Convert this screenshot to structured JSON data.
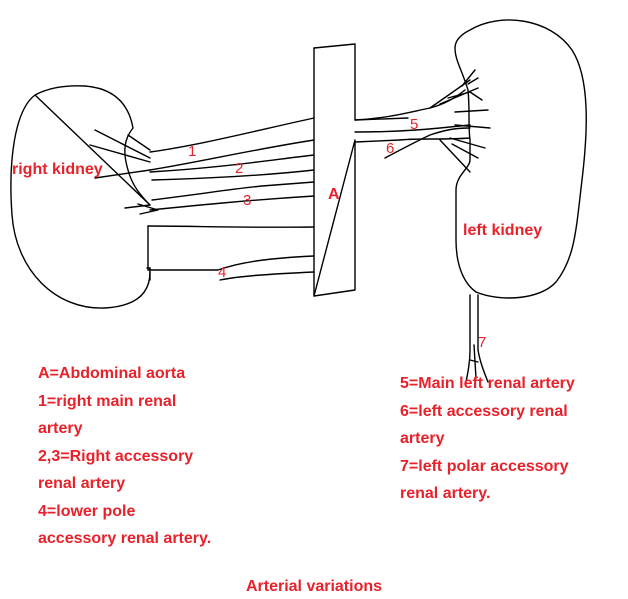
{
  "labels": {
    "right_kidney": "right kidney",
    "left_kidney": "left kidney",
    "aorta": "A",
    "n1": "1",
    "n2": "2",
    "n3": "3",
    "n4": "4",
    "n5": "5",
    "n6": "6",
    "n7": "7"
  },
  "legend_left": [
    "A=Abdominal aorta",
    "1=right main renal",
    "artery",
    "2,3=Right accessory",
    "renal artery",
    "4=lower pole",
    "accessory renal artery."
  ],
  "legend_right": [
    "5=Main left renal artery",
    "6=left accessory renal",
    "artery",
    "7=left polar accessory",
    "renal artery."
  ],
  "caption": "Arterial variations",
  "colors": {
    "ink": "#000000",
    "label": "#e8212a"
  }
}
